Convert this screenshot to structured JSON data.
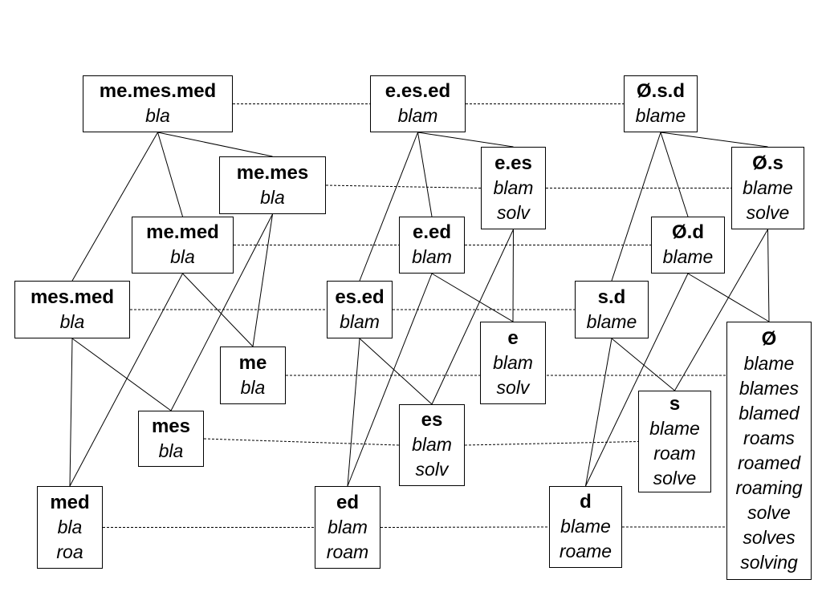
{
  "nodes": [
    {
      "id": "me.mes.med",
      "label": "me.mes.med",
      "stems": [
        "bla"
      ]
    },
    {
      "id": "me.mes",
      "label": "me.mes",
      "stems": [
        "bla"
      ]
    },
    {
      "id": "me.med",
      "label": "me.med",
      "stems": [
        "bla"
      ]
    },
    {
      "id": "mes.med",
      "label": "mes.med",
      "stems": [
        "bla"
      ]
    },
    {
      "id": "me",
      "label": "me",
      "stems": [
        "bla"
      ]
    },
    {
      "id": "mes",
      "label": "mes",
      "stems": [
        "bla"
      ]
    },
    {
      "id": "med",
      "label": "med",
      "stems": [
        "bla",
        "roa"
      ]
    },
    {
      "id": "e.es.ed",
      "label": "e.es.ed",
      "stems": [
        "blam"
      ]
    },
    {
      "id": "e.es",
      "label": "e.es",
      "stems": [
        "blam",
        "solv"
      ]
    },
    {
      "id": "e.ed",
      "label": "e.ed",
      "stems": [
        "blam"
      ]
    },
    {
      "id": "es.ed",
      "label": "es.ed",
      "stems": [
        "blam"
      ]
    },
    {
      "id": "e",
      "label": "e",
      "stems": [
        "blam",
        "solv"
      ]
    },
    {
      "id": "es",
      "label": "es",
      "stems": [
        "blam",
        "solv"
      ]
    },
    {
      "id": "ed",
      "label": "ed",
      "stems": [
        "blam",
        "roam"
      ]
    },
    {
      "id": "Ø.s.d",
      "label": "Ø.s.d",
      "stems": [
        "blame"
      ]
    },
    {
      "id": "Ø.s",
      "label": "Ø.s",
      "stems": [
        "blame",
        "solve"
      ]
    },
    {
      "id": "Ø.d",
      "label": "Ø.d",
      "stems": [
        "blame"
      ]
    },
    {
      "id": "s.d",
      "label": "s.d",
      "stems": [
        "blame"
      ]
    },
    {
      "id": "s",
      "label": "s",
      "stems": [
        "blame",
        "roam",
        "solve"
      ]
    },
    {
      "id": "d",
      "label": "d",
      "stems": [
        "blame",
        "roame"
      ]
    },
    {
      "id": "Ø",
      "label": "Ø",
      "stems": [
        "blame",
        "blames",
        "blamed",
        "roams",
        "roamed",
        "roaming",
        "solve",
        "solves",
        "solving"
      ]
    }
  ],
  "solid_edges": [
    [
      "me.mes.med",
      "mes.med"
    ],
    [
      "me.mes.med",
      "me.med"
    ],
    [
      "me.mes.med",
      "me.mes"
    ],
    [
      "me.mes",
      "me"
    ],
    [
      "me.mes",
      "mes"
    ],
    [
      "me.med",
      "me"
    ],
    [
      "me.med",
      "med"
    ],
    [
      "mes.med",
      "mes"
    ],
    [
      "mes.med",
      "med"
    ],
    [
      "e.es.ed",
      "es.ed"
    ],
    [
      "e.es.ed",
      "e.ed"
    ],
    [
      "e.es.ed",
      "e.es"
    ],
    [
      "e.es",
      "e"
    ],
    [
      "e.es",
      "es"
    ],
    [
      "e.ed",
      "e"
    ],
    [
      "e.ed",
      "ed"
    ],
    [
      "es.ed",
      "es"
    ],
    [
      "es.ed",
      "ed"
    ],
    [
      "Ø.s.d",
      "s.d"
    ],
    [
      "Ø.s.d",
      "Ø.d"
    ],
    [
      "Ø.s.d",
      "Ø.s"
    ],
    [
      "Ø.s",
      "Ø"
    ],
    [
      "Ø.s",
      "s"
    ],
    [
      "Ø.d",
      "Ø"
    ],
    [
      "Ø.d",
      "d"
    ],
    [
      "s.d",
      "s"
    ],
    [
      "s.d",
      "d"
    ]
  ],
  "dashed_edges": [
    [
      "me.mes.med",
      "e.es.ed"
    ],
    [
      "e.es.ed",
      "Ø.s.d"
    ],
    [
      "me.mes",
      "e.es"
    ],
    [
      "e.es",
      "Ø.s"
    ],
    [
      "me.med",
      "e.ed"
    ],
    [
      "e.ed",
      "Ø.d"
    ],
    [
      "mes.med",
      "es.ed"
    ],
    [
      "es.ed",
      "s.d"
    ],
    [
      "me",
      "Ø"
    ],
    [
      "mes",
      "es"
    ],
    [
      "es",
      "s"
    ],
    [
      "med",
      "ed"
    ],
    [
      "ed",
      "d"
    ],
    [
      "d",
      "Ø"
    ]
  ]
}
